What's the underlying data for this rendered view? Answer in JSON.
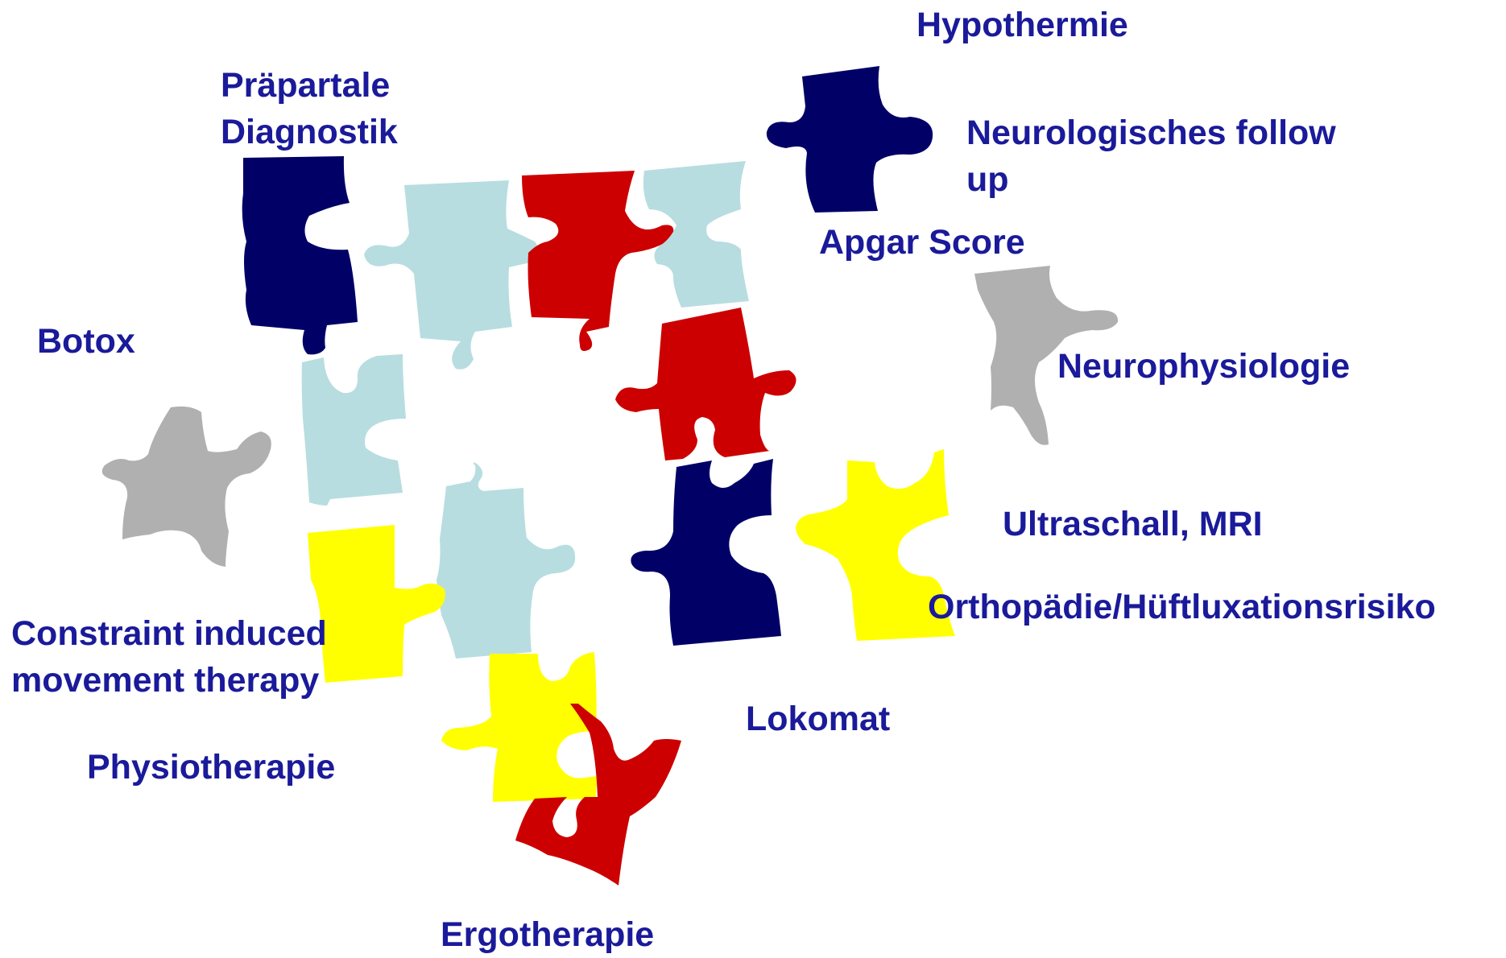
{
  "colors": {
    "label_text": "#1a1a9a",
    "navy": "#000066",
    "red": "#cc0000",
    "light_blue": "#b7dde0",
    "gray": "#b0b0b0",
    "yellow": "#ffff00"
  },
  "pieces": [
    {
      "id": "navy-top-right",
      "color": "navy"
    },
    {
      "id": "navy-top-left",
      "color": "navy"
    },
    {
      "id": "lightblue-top-left",
      "color": "light_blue"
    },
    {
      "id": "red-top-center",
      "color": "red"
    },
    {
      "id": "lightblue-top-center",
      "color": "light_blue"
    },
    {
      "id": "red-center",
      "color": "red"
    },
    {
      "id": "gray-right",
      "color": "gray"
    },
    {
      "id": "lightblue-middle-left",
      "color": "light_blue"
    },
    {
      "id": "gray-left",
      "color": "gray"
    },
    {
      "id": "navy-center",
      "color": "navy"
    },
    {
      "id": "yellow-right",
      "color": "yellow"
    },
    {
      "id": "lightblue-center",
      "color": "light_blue"
    },
    {
      "id": "yellow-left",
      "color": "yellow"
    },
    {
      "id": "yellow-bottom",
      "color": "yellow"
    },
    {
      "id": "red-bottom",
      "color": "red"
    }
  ],
  "labels": {
    "hypothermie": {
      "lines": [
        "Hypothermie"
      ]
    },
    "praepartale": {
      "lines": [
        "Präpartale",
        "Diagnostik"
      ]
    },
    "neuro_follow_up": {
      "lines": [
        "Neurologisches follow",
        "up"
      ]
    },
    "apgar": {
      "lines": [
        "Apgar Score"
      ]
    },
    "botox": {
      "lines": [
        "Botox"
      ]
    },
    "neurophysiologie": {
      "lines": [
        "Neurophysiologie"
      ]
    },
    "ultraschall": {
      "lines": [
        "Ultraschall, MRI"
      ]
    },
    "orthopaedie": {
      "lines": [
        "Orthopädie/Hüftluxationsrisiko"
      ]
    },
    "constraint": {
      "lines": [
        "Constraint induced",
        "movement therapy"
      ]
    },
    "lokomat": {
      "lines": [
        "Lokomat"
      ]
    },
    "physiotherapie": {
      "lines": [
        "Physiotherapie"
      ]
    },
    "ergotherapie": {
      "lines": [
        "Ergotherapie"
      ]
    }
  }
}
